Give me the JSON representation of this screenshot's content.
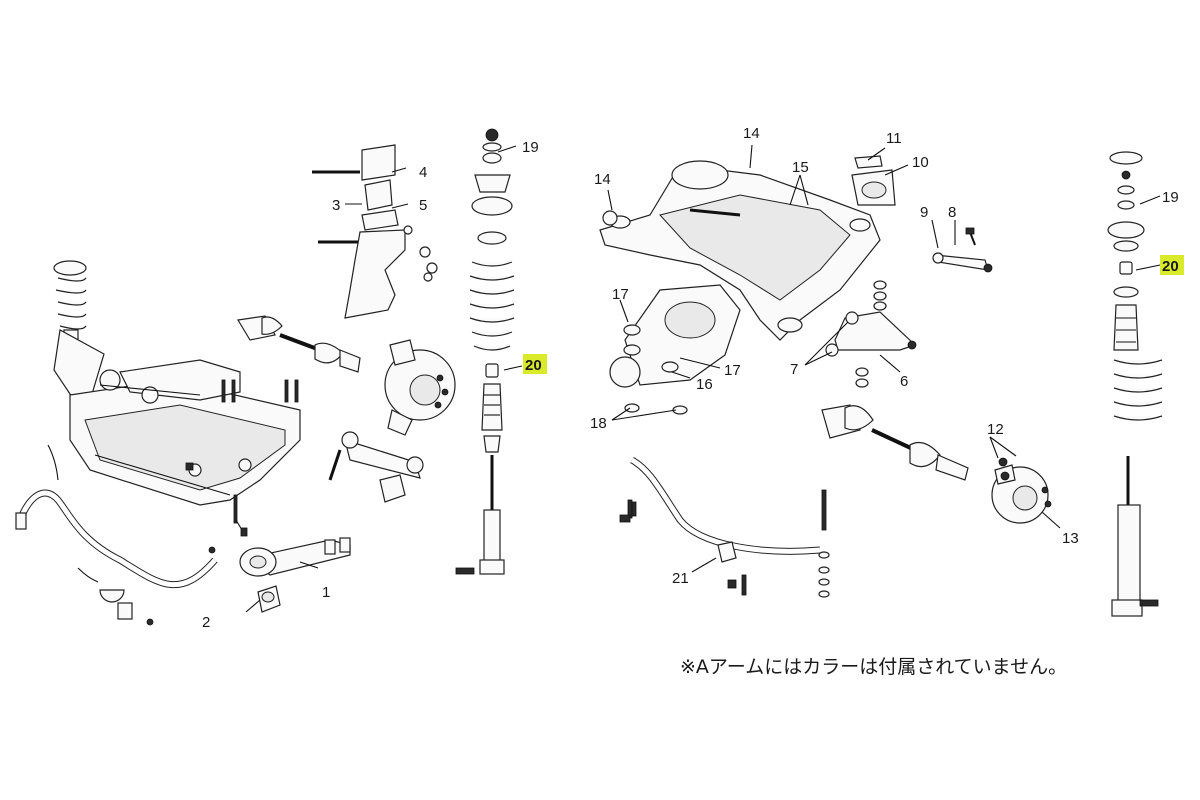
{
  "callouts": {
    "c1": "1",
    "c2": "2",
    "c3": "3",
    "c4": "4",
    "c5": "5",
    "c6": "6",
    "c7a": "7",
    "c8": "8",
    "c9": "9",
    "c10": "10",
    "c11": "11",
    "c12": "12",
    "c13": "13",
    "c14a": "14",
    "c14b": "14",
    "c15": "15",
    "c16": "16",
    "c17a": "17",
    "c17b": "17",
    "c18": "18",
    "c19a": "19",
    "c19b": "19",
    "c20a": "20",
    "c20b": "20",
    "c21": "21"
  },
  "colors": {
    "highlight": "#d9ea2a",
    "line": "#111111"
  },
  "note": "※Aアームにはカラーは付属されていません。"
}
